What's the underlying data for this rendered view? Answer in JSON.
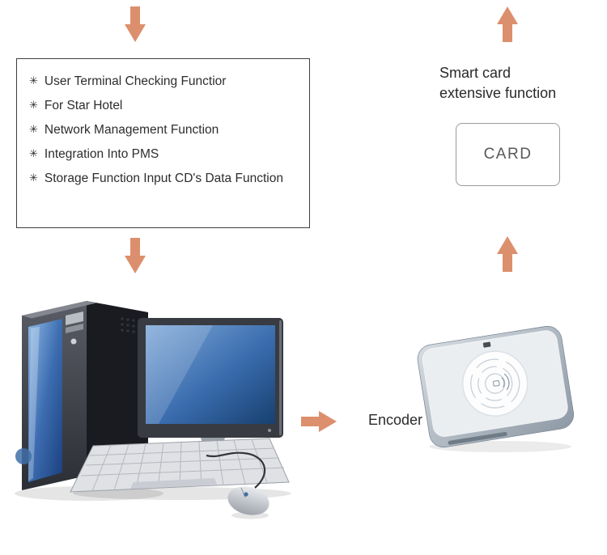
{
  "colors": {
    "arrow": "#DC8F6D"
  },
  "features": {
    "bullet": "✳",
    "items": [
      "User Terminal Checking Functior",
      "For Star Hotel",
      "Network Management Function",
      "Integration Into PMS",
      "Storage Function Input CD's Data Function"
    ]
  },
  "smart_card": {
    "title_line1": "Smart card",
    "title_line2": "extensive function",
    "card_label": "CARD"
  },
  "encoder": {
    "label": "Encoder"
  }
}
